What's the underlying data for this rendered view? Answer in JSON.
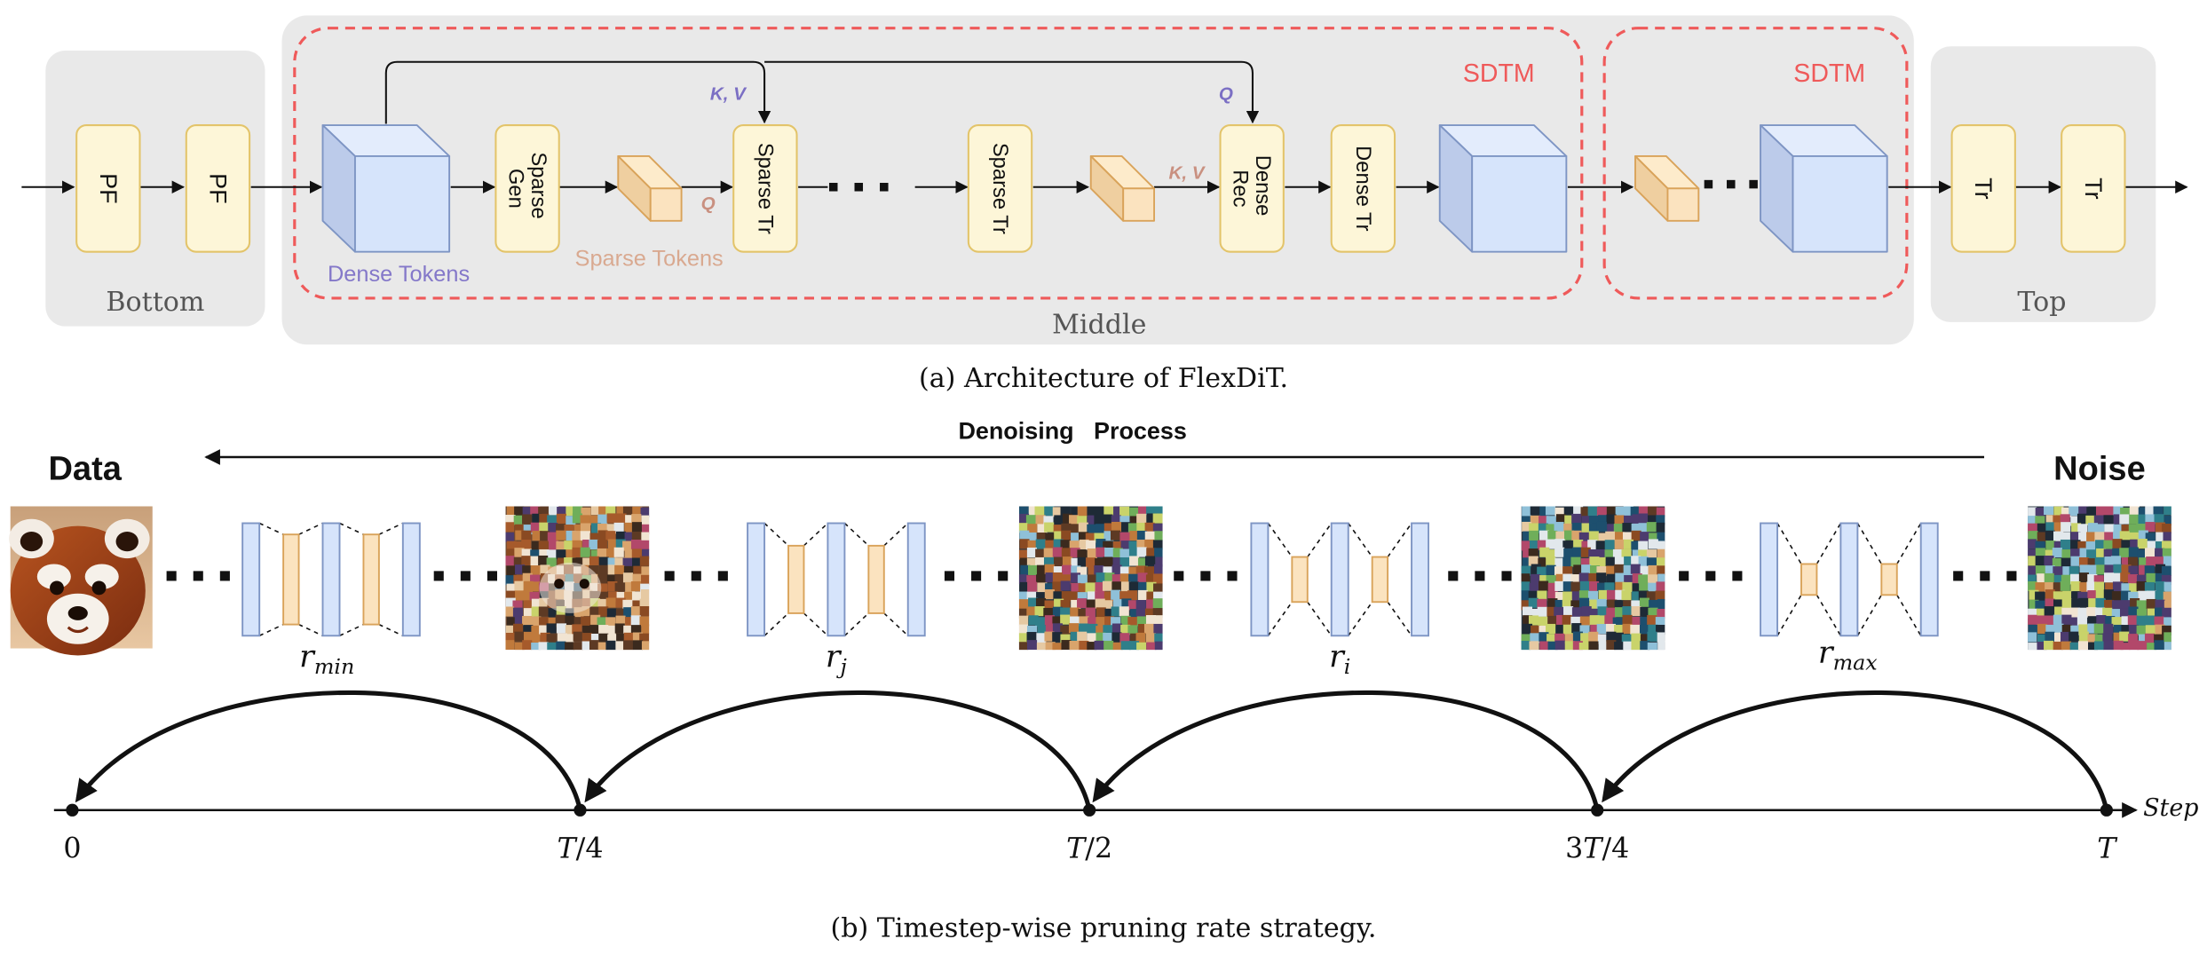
{
  "panel_a": {
    "groups": {
      "bottom": "Bottom",
      "middle": "Middle",
      "top": "Top"
    },
    "sdtm_label": "SDTM",
    "blocks": {
      "pf": "PF",
      "sparse_gen": [
        "Sparse",
        "Gen"
      ],
      "sparse_tr": "Sparse Tr",
      "dense_rec": [
        "Dense",
        "Rec"
      ],
      "dense_tr": "Dense Tr",
      "tr": "Tr"
    },
    "token_labels": {
      "dense": "Dense Tokens",
      "sparse": "Sparse Tokens"
    },
    "attention_labels": {
      "kv": "K, V",
      "q": "Q"
    },
    "caption": "(a) Architecture of FlexDiT."
  },
  "panel_b": {
    "process_label": "Denoising   Process",
    "end_labels": {
      "data": "Data",
      "noise": "Noise"
    },
    "rates": [
      {
        "base": "r",
        "sub": "min"
      },
      {
        "base": "r",
        "sub": "j"
      },
      {
        "base": "r",
        "sub": "i"
      },
      {
        "base": "r",
        "sub": "max"
      }
    ],
    "axis_label": "Step",
    "ticks": [
      {
        "base": "0"
      },
      {
        "pre": "",
        "base": "T",
        "post": "/4"
      },
      {
        "pre": "",
        "base": "T",
        "post": "/2"
      },
      {
        "pre": "3",
        "base": "T",
        "post": "/4"
      },
      {
        "pre": "",
        "base": "T",
        "post": ""
      }
    ],
    "caption": "(b) Timestep-wise pruning rate strategy."
  },
  "colors": {
    "panel_bg": "#e9e9e9",
    "block_fill": "#fdf6d8",
    "block_stroke": "#e3c46a",
    "cube_fill": "#d6e4fb",
    "cube_stroke": "#7e95c4",
    "sparse_cube_fill": "#fbe3bf",
    "sparse_cube_stroke": "#d9a35a",
    "sdtm_red": "#ef5a5a",
    "dense_label": "#8478c9",
    "sparse_label": "#d9a990",
    "kv_label": "#7b6fc4",
    "q_sparse_label": "#c99080"
  }
}
